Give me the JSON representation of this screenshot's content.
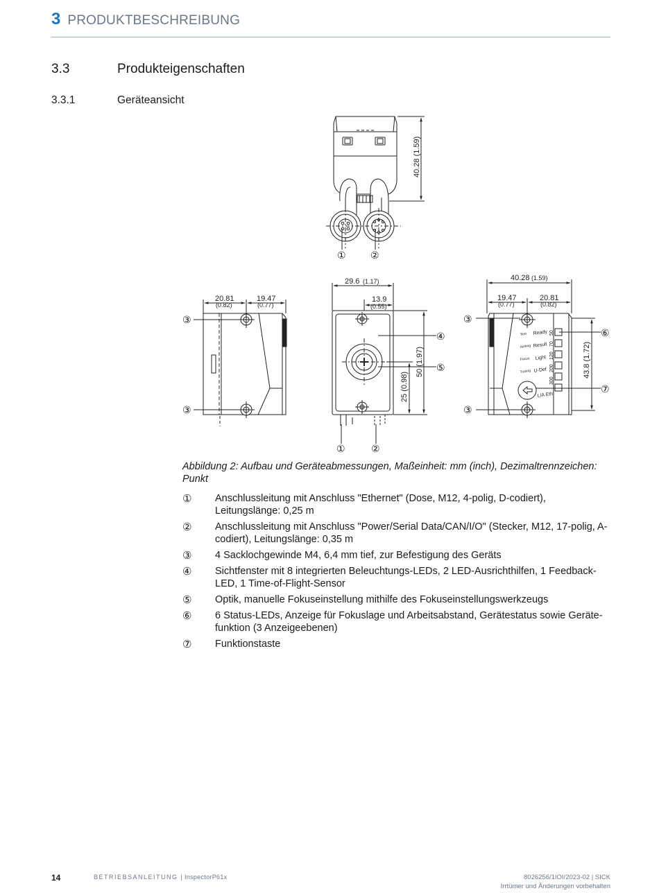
{
  "header": {
    "chapter_number": "3",
    "chapter_title": "PRODUKTBESCHREIBUNG"
  },
  "section": {
    "number": "3.3",
    "title": "Produkteigenschaften"
  },
  "subsection": {
    "number": "3.3.1",
    "title": "Geräteansicht"
  },
  "figure": {
    "dims": {
      "top_height": "40.28 (1.59)",
      "front_width": "29.6",
      "front_width_in": "(1.17)",
      "front_half": "13.9",
      "front_half_in": "(0.55)",
      "front_height": "50 (1.97)",
      "front_center_height": "25 (0.98)",
      "left_a": "20.81",
      "left_a_in": "(0.82)",
      "left_b": "19.47",
      "left_b_in": "(0.77)",
      "right_total": "40.28",
      "right_total_in": "(1.59)",
      "right_a": "19.47",
      "right_a_in": "(0.77)",
      "right_b": "20.81",
      "right_b_in": "(0.82)",
      "right_height": "43.8 (1.72)"
    },
    "markers": [
      "①",
      "②",
      "③",
      "④",
      "⑤",
      "⑥",
      "⑦"
    ],
    "led_labels": [
      "Test",
      "Ready",
      "Aiming",
      "Result",
      "Focus",
      "Light",
      "Tuning",
      "U-Def",
      "L/A Eth"
    ],
    "scale_labels": [
      "50",
      "70",
      "120",
      "200",
      "300"
    ],
    "caption": "Abbildung 2: Aufbau und Geräteabmessungen, Maßeinheit: mm (inch), Dezimaltrennzeichen: Punkt"
  },
  "legend": [
    {
      "marker": "①",
      "text": "Anschlussleitung mit Anschluss \"Ethernet\" (Dose, M12, 4-polig, D-codiert), Leitungslänge: 0,25 m"
    },
    {
      "marker": "②",
      "text": "Anschlussleitung mit Anschluss \"Power/Serial Data/CAN/I/O\" (Stecker, M12, 17-polig, A-codiert), Leitungslänge: 0,35 m"
    },
    {
      "marker": "③",
      "text": "4 Sacklochgewinde M4, 6,4 mm tief, zur Befestigung des Geräts"
    },
    {
      "marker": "④",
      "text": "Sichtfenster mit 8 integrierten Beleuchtungs-LEDs, 2 LED-Ausrichthilfen, 1 Feedback-LED, 1 Time-of-Flight-Sensor"
    },
    {
      "marker": "⑤",
      "text": "Optik, manuelle Fokuseinstellung mithilfe des Fokuseinstellungswerkzeugs"
    },
    {
      "marker": "⑥",
      "text": "6 Status-LEDs, Anzeige für Fokuslage und Arbeitsabstand, Gerätestatus sowie Geräte­funktion (3 Anzeigeebenen)"
    },
    {
      "marker": "⑦",
      "text": "Funktionstaste"
    }
  ],
  "footer": {
    "page": "14",
    "doc_type": "BETRIEBSANLEITUNG",
    "product": "| InspectorP61x",
    "doc_id": "8026256/1IOI/2023-02 | SICK",
    "disclaimer": "Irrtümer und Änderungen vorbehalten"
  }
}
